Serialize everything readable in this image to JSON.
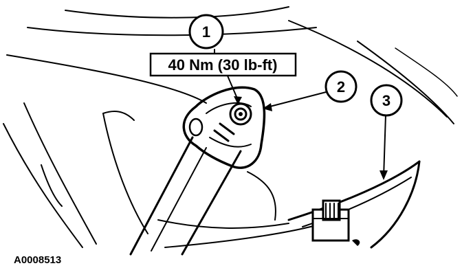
{
  "callouts": [
    {
      "id": "1",
      "label": "1"
    },
    {
      "id": "2",
      "label": "2"
    },
    {
      "id": "3",
      "label": "3"
    }
  ],
  "torque_spec": "40 Nm (30 lb-ft)",
  "figure_code": "A0008513"
}
